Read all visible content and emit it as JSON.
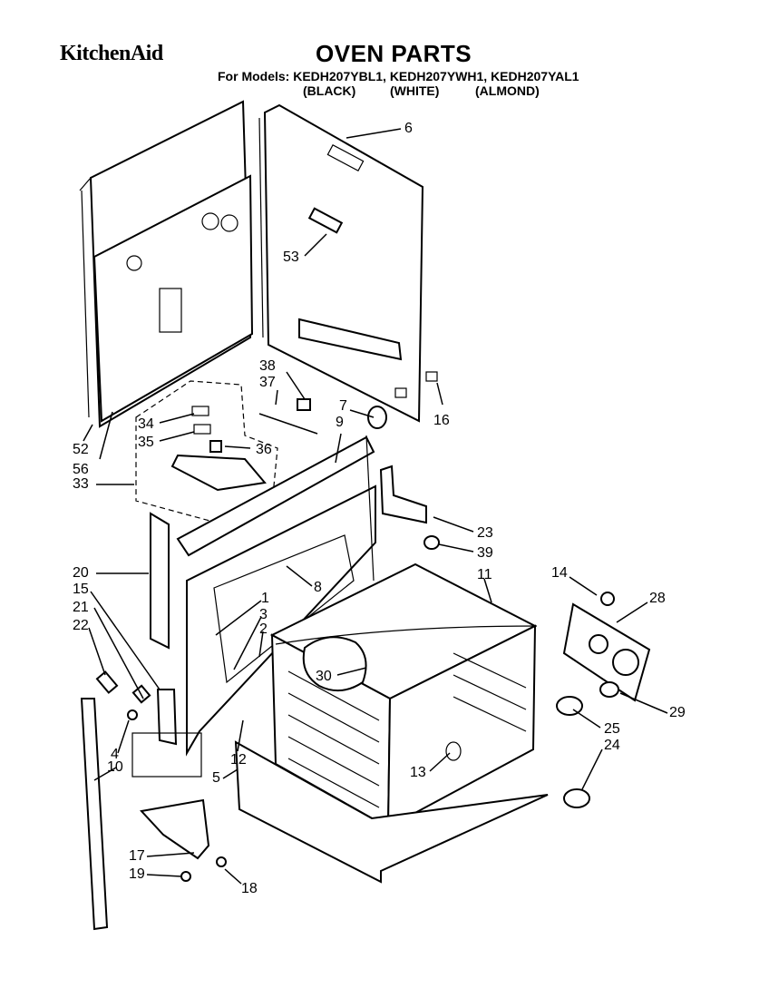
{
  "header": {
    "brand": "KitchenAid",
    "title": "OVEN PARTS",
    "models_line": "For Models: KEDH207YBL1, KEDH207YWH1, KEDH207YAL1",
    "finishes": [
      "(BLACK)",
      "(WHITE)",
      "(ALMOND)"
    ]
  },
  "callouts": [
    "6",
    "53",
    "38",
    "37",
    "7",
    "9",
    "16",
    "34",
    "35",
    "36",
    "52",
    "56",
    "33",
    "23",
    "39",
    "11",
    "14",
    "28",
    "20",
    "15",
    "21",
    "22",
    "8",
    "1",
    "3",
    "2",
    "30",
    "4",
    "10",
    "12",
    "5",
    "13",
    "25",
    "24",
    "29",
    "17",
    "19",
    "18"
  ]
}
